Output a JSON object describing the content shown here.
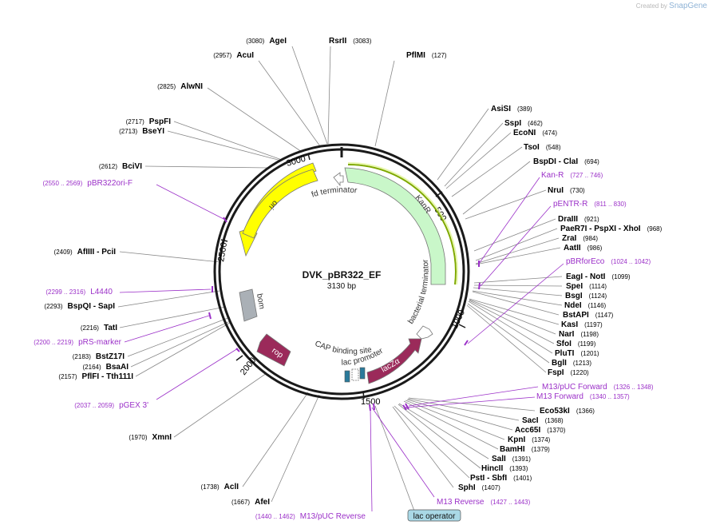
{
  "branding": {
    "created_by": "Created by",
    "product": "SnapGene"
  },
  "plasmid": {
    "name": "DVK_pBR322_EF",
    "length_label": "3130 bp",
    "length": 3130
  },
  "ruler": {
    "ticks": [
      "500",
      "1000",
      "1500",
      "2000",
      "2500",
      "3000"
    ]
  },
  "colors": {
    "enzyme": "#000000",
    "primer": "#9b30c8",
    "leader": "#888888",
    "primer_leader": "#9b30c8",
    "backbone": "#1a1a1a"
  },
  "enzymes": [
    {
      "name": "AgeI",
      "pos": "(3080)",
      "side": "left"
    },
    {
      "name": "RsrII",
      "pos": "(3083)",
      "side": "right"
    },
    {
      "name": "AcuI",
      "pos": "(2957)",
      "side": "left"
    },
    {
      "name": "PflMI",
      "pos": "(127)",
      "side": "right"
    },
    {
      "name": "AlwNI",
      "pos": "(2825)",
      "side": "left"
    },
    {
      "name": "AsiSI",
      "pos": "(389)",
      "side": "right"
    },
    {
      "name": "PspFI",
      "pos": "(2717)",
      "side": "left"
    },
    {
      "name": "SspI",
      "pos": "(462)",
      "side": "right"
    },
    {
      "name": "BseYI",
      "pos": "(2713)",
      "side": "left"
    },
    {
      "name": "EcoNI",
      "pos": "(474)",
      "side": "right"
    },
    {
      "name": "TsoI",
      "pos": "(548)",
      "side": "right"
    },
    {
      "name": "BciVI",
      "pos": "(2612)",
      "side": "left"
    },
    {
      "name": "BspDI  - ClaI",
      "pos": "(694)",
      "side": "right"
    },
    {
      "name": "NruI",
      "pos": "(730)",
      "side": "right"
    },
    {
      "name": "DraIII",
      "pos": "(921)",
      "side": "right"
    },
    {
      "name": "PaeR7I  - PspXI  - XhoI",
      "pos": "(968)",
      "side": "right"
    },
    {
      "name": "ZraI",
      "pos": "(984)",
      "side": "right"
    },
    {
      "name": "AfIIII  - PciI",
      "pos": "(2409)",
      "side": "left"
    },
    {
      "name": "AatII",
      "pos": "(986)",
      "side": "right"
    },
    {
      "name": "EagI  - NotI",
      "pos": "(1099)",
      "side": "right"
    },
    {
      "name": "SpeI",
      "pos": "(1114)",
      "side": "right"
    },
    {
      "name": "BspQI  - SapI",
      "pos": "(2293)",
      "side": "left"
    },
    {
      "name": "BsgI",
      "pos": "(1124)",
      "side": "right"
    },
    {
      "name": "NdeI",
      "pos": "(1146)",
      "side": "right"
    },
    {
      "name": "BstAPI",
      "pos": "(1147)",
      "side": "right"
    },
    {
      "name": "TatI",
      "pos": "(2216)",
      "side": "left"
    },
    {
      "name": "KasI",
      "pos": "(1197)",
      "side": "right"
    },
    {
      "name": "NarI",
      "pos": "(1198)",
      "side": "right"
    },
    {
      "name": "SfoI",
      "pos": "(1199)",
      "side": "right"
    },
    {
      "name": "BstZ17I",
      "pos": "(2183)",
      "side": "left"
    },
    {
      "name": "PluTI",
      "pos": "(1201)",
      "side": "right"
    },
    {
      "name": "BsaAI",
      "pos": "(2164)",
      "side": "left"
    },
    {
      "name": "BglI",
      "pos": "(1213)",
      "side": "right"
    },
    {
      "name": "PflFI  - Tth111I",
      "pos": "(2157)",
      "side": "left"
    },
    {
      "name": "FspI",
      "pos": "(1220)",
      "side": "right"
    },
    {
      "name": "Eco53kI",
      "pos": "(1366)",
      "side": "right"
    },
    {
      "name": "SacI",
      "pos": "(1368)",
      "side": "right"
    },
    {
      "name": "Acc65I",
      "pos": "(1370)",
      "side": "right"
    },
    {
      "name": "XmnI",
      "pos": "(1970)",
      "side": "left"
    },
    {
      "name": "KpnI",
      "pos": "(1374)",
      "side": "right"
    },
    {
      "name": "BamHI",
      "pos": "(1379)",
      "side": "right"
    },
    {
      "name": "SalI",
      "pos": "(1391)",
      "side": "right"
    },
    {
      "name": "HincII",
      "pos": "(1393)",
      "side": "right"
    },
    {
      "name": "PstI  - SbfI",
      "pos": "(1401)",
      "side": "right"
    },
    {
      "name": "AclI",
      "pos": "(1738)",
      "side": "left"
    },
    {
      "name": "SphI",
      "pos": "(1407)",
      "side": "right"
    },
    {
      "name": "AfeI",
      "pos": "(1667)",
      "side": "left"
    }
  ],
  "primers": [
    {
      "name": "Kan-R",
      "range": "(727 .. 746)"
    },
    {
      "name": "pBR322ori-F",
      "range": "(2550 .. 2569)"
    },
    {
      "name": "pENTR-R",
      "range": "(811 .. 830)"
    },
    {
      "name": "pBRforEco",
      "range": "(1024 .. 1042)"
    },
    {
      "name": "L4440",
      "range": "(2299 .. 2316)"
    },
    {
      "name": "pRS-marker",
      "range": "(2200 .. 2219)"
    },
    {
      "name": "M13/pUC Forward",
      "range": "(1326 .. 1348)"
    },
    {
      "name": "M13 Forward",
      "range": "(1340 .. 1357)"
    },
    {
      "name": "pGEX 3'",
      "range": "(2037 .. 2059)"
    },
    {
      "name": "M13 Reverse",
      "range": "(1427 .. 1443)"
    },
    {
      "name": "M13/pUC Reverse",
      "range": "(1440 .. 1462)"
    }
  ],
  "features": [
    {
      "label": "ori",
      "type": "rep_origin",
      "color": "#ffff00"
    },
    {
      "label": "KanR",
      "type": "CDS",
      "color": "#c9f7c9"
    },
    {
      "label": "rop",
      "type": "CDS",
      "color": "#9b2a5a"
    },
    {
      "label": "bom",
      "type": "misc",
      "color": "#aab0b6"
    },
    {
      "label": "lacZα",
      "type": "CDS",
      "color": "#9b2a5a"
    },
    {
      "label": "fd terminator",
      "type": "terminator",
      "color": "#ffffff"
    },
    {
      "label": "bacterial terminator",
      "type": "terminator",
      "color": "#ffffff"
    },
    {
      "label": "CAP binding site",
      "type": "protein_bind",
      "color": "#2a7a9b"
    },
    {
      "label": "lac promoter",
      "type": "promoter",
      "color": "#ffffff"
    },
    {
      "label": "lac operator",
      "type": "protein_bind",
      "color": "#8fc7d6"
    }
  ]
}
